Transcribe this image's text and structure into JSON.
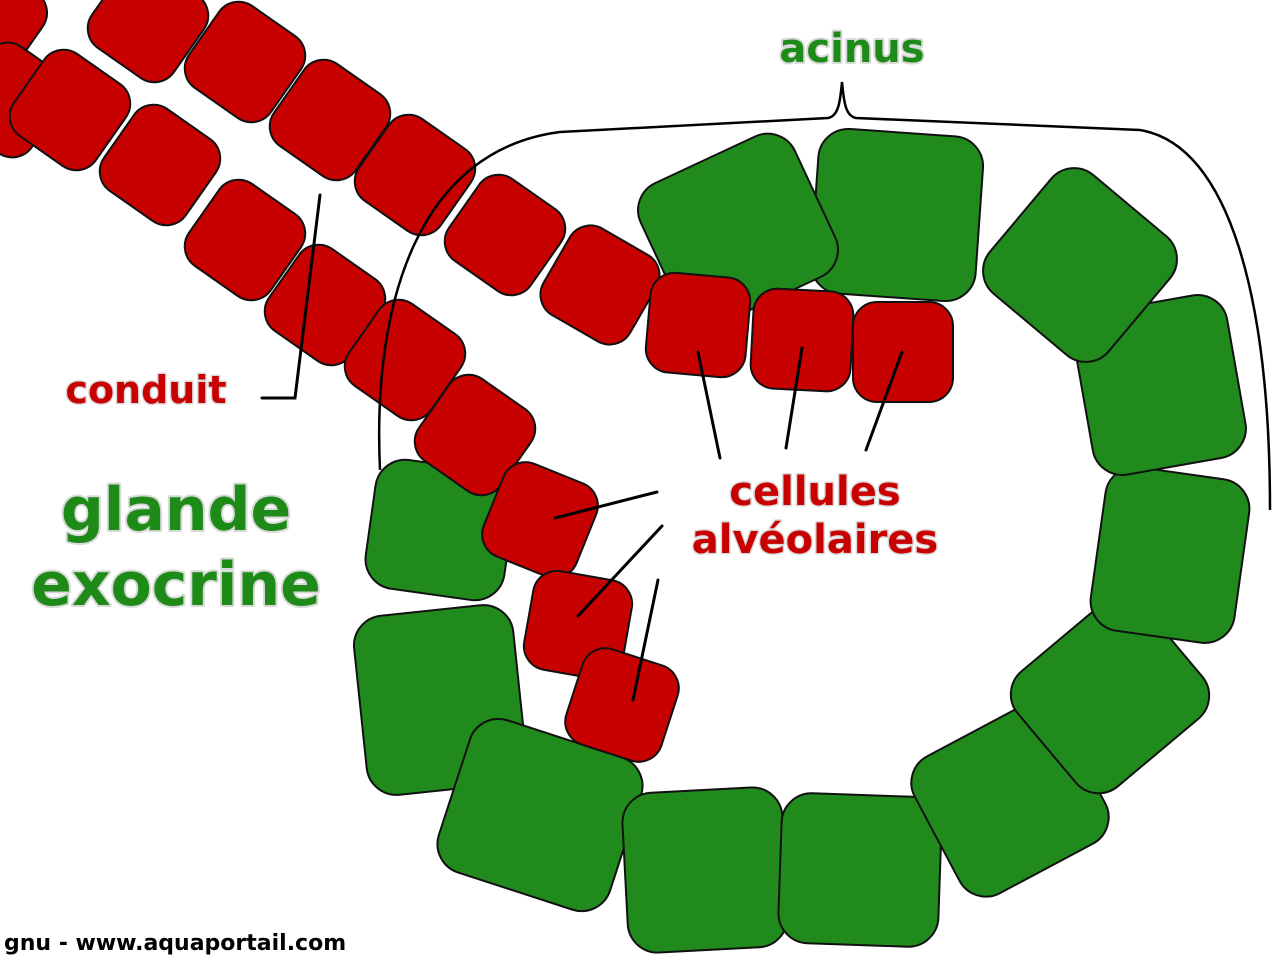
{
  "labels": {
    "acinus": "acinus",
    "conduit": "conduit",
    "title_line1": "glande",
    "title_line2": "exocrine",
    "cells_line1": "cellules",
    "cells_line2": "alvéolaires"
  },
  "credit": "gnu - www.aquaportail.com",
  "colors": {
    "acinus_cell": "#218a1c",
    "duct_cell": "#c70000",
    "outline": "#111111"
  }
}
